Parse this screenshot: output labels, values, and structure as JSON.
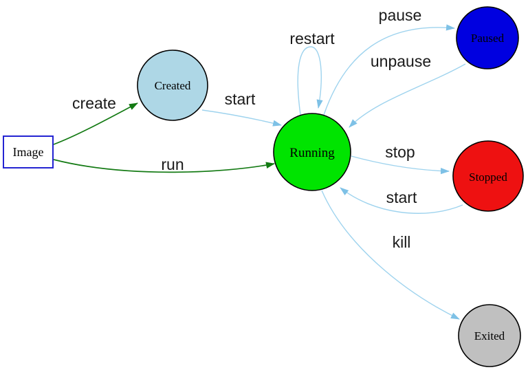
{
  "diagram": {
    "type": "state-diagram",
    "subject": "container-lifecycle",
    "background": "#ffffff",
    "nodes": {
      "image": {
        "label": "Image",
        "shape": "rectangle",
        "fill": "#ffffff",
        "border": "#2323d2"
      },
      "created": {
        "label": "Created",
        "shape": "circle",
        "fill": "#aed7e6",
        "border": "#000000"
      },
      "running": {
        "label": "Running",
        "shape": "circle",
        "fill": "#00e400",
        "border": "#000000"
      },
      "paused": {
        "label": "Paused",
        "shape": "circle",
        "fill": "#0000e0",
        "border": "#000000"
      },
      "stopped": {
        "label": "Stopped",
        "shape": "circle",
        "fill": "#ee1111",
        "border": "#000000"
      },
      "exited": {
        "label": "Exited",
        "shape": "circle",
        "fill": "#c0c0c0",
        "border": "#000000"
      }
    },
    "edges": {
      "create": {
        "label": "create",
        "from": "image",
        "to": "created",
        "color": "#137a13"
      },
      "run": {
        "label": "run",
        "from": "image",
        "to": "running",
        "color": "#137a13"
      },
      "start": {
        "label": "start",
        "from": "created",
        "to": "running",
        "color": "#9ed3ee"
      },
      "restart": {
        "label": "restart",
        "from": "running",
        "to": "running",
        "color": "#9ed3ee"
      },
      "pause": {
        "label": "pause",
        "from": "running",
        "to": "paused",
        "color": "#9ed3ee"
      },
      "unpause": {
        "label": "unpause",
        "from": "paused",
        "to": "running",
        "color": "#9ed3ee"
      },
      "stop": {
        "label": "stop",
        "from": "running",
        "to": "stopped",
        "color": "#9ed3ee"
      },
      "start_again": {
        "label": "start",
        "from": "stopped",
        "to": "running",
        "color": "#9ed3ee"
      },
      "kill": {
        "label": "kill",
        "from": "running",
        "to": "exited",
        "color": "#9ed3ee"
      }
    },
    "colors": {
      "blue_arrowhead": "#7ec1e6",
      "green_arrowhead": "#137a13"
    }
  }
}
